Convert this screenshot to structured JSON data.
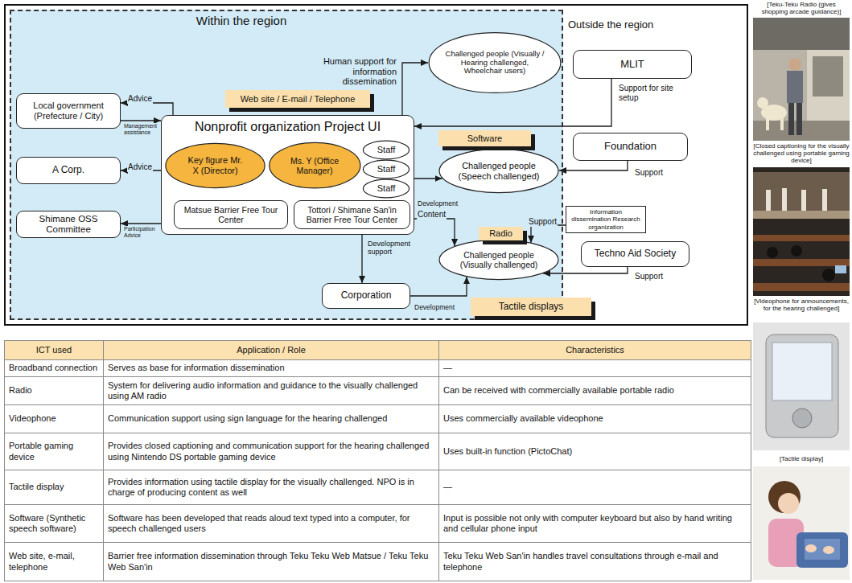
{
  "diagram": {
    "nodes": [
      {
        "text": [
          "Outside the region"
        ]
      },
      {
        "text": [
          "Within the region"
        ],
        "in": 0
      },
      {
        "text": [
          "Local government (Prefecture / City)"
        ],
        "in": 1
      },
      {
        "text": [
          "Nonprofit organization Project UI"
        ],
        "in": 1
      },
      {
        "text": [
          "Key figure Mr. X (Director)"
        ],
        "in": 3
      },
      {
        "text": [
          "Ms. Y (Office Manager)"
        ],
        "in": 3
      },
      {
        "text": [
          "Staff"
        ],
        "in": 3
      },
      {
        "text": [
          "Staff"
        ],
        "in": 3
      },
      {
        "text": [
          "Staff"
        ],
        "in": 3
      },
      {
        "text": [
          "Matsue Barrier Free Tour Center"
        ],
        "in": 3
      },
      {
        "text": [
          "Tottori / Shimane San'in Barrier Free Tour Center"
        ],
        "in": 3
      },
      {
        "text": [
          "A Corp."
        ],
        "in": 1
      },
      {
        "text": [
          "Shimane OSS Committee"
        ],
        "in": 1
      },
      {
        "text": [
          "Corporation"
        ],
        "in": 1
      },
      {
        "text": [
          "Challenged people (Visually / Hearing challenged, Wheelchair users)"
        ],
        "in": 1
      },
      {
        "text": [
          "Web site / E-mail / Telephone"
        ],
        "in": 1
      },
      {
        "text": [
          "Challenged people (Speech challenged)"
        ],
        "in": 1
      },
      {
        "text": [
          "Software"
        ],
        "in": 1
      },
      {
        "text": [
          "Challenged people (Visually challenged)"
        ],
        "in": 1
      },
      {
        "text": [
          "Radio"
        ],
        "in": 1
      },
      {
        "text": [
          "Tactile displays"
        ],
        "in": 0
      },
      {
        "text": [
          "MLIT"
        ],
        "in": 0
      },
      {
        "text": [
          "Foundation"
        ],
        "in": 0
      },
      {
        "text": [
          "Information dissemination Research organization"
        ],
        "in": 0
      },
      {
        "text": [
          "Techno Aid Society"
        ],
        "in": 0
      }
    ],
    "edges": [
      {
        "from": 3,
        "to": 2,
        "arrow": "to",
        "label": "Advice"
      },
      {
        "from": 2,
        "to": 3,
        "arrow": "to",
        "label": "Management assistance"
      },
      {
        "from": 3,
        "to": 11,
        "arrow": "to",
        "label": "Advice"
      },
      {
        "from": 3,
        "to": 12,
        "arrow": "to",
        "label": "Participation Advice"
      },
      {
        "from": 3,
        "to": 14,
        "arrow": "to",
        "label": "Human support for information dissemination"
      },
      {
        "from": 21,
        "to": 3,
        "arrow": "to",
        "label": "Support for site setup"
      },
      {
        "from": 3,
        "to": 16,
        "arrow": "to",
        "label": "Development"
      },
      {
        "from": 3,
        "to": 18,
        "arrow": "to",
        "label": "Content"
      },
      {
        "from": 3,
        "to": 13,
        "arrow": "to",
        "label": "Development support"
      },
      {
        "from": 13,
        "to": 18,
        "arrow": "to",
        "label": "Development"
      },
      {
        "from": 22,
        "to": 16,
        "arrow": "to",
        "label": "Support"
      },
      {
        "from": 23,
        "to": 18,
        "arrow": "to",
        "label": "Support"
      },
      {
        "from": 24,
        "to": 18,
        "arrow": "to",
        "label": "Support"
      }
    ],
    "labels": [
      "[Teku-Teku Radio (gives shopping arcade guidance)]",
      "[Closed captioning for the visually challenged using portable gaming device]",
      "[Videophone for announcements, for the hearing challenged]",
      "[Tactile display]",
      "ICT used",
      "Application / Role",
      "Characteristics",
      "Broadband connection",
      "Serves as base for information dissemination",
      "—",
      "Radio",
      "System for delivering audio information and guidance to the visually challenged using AM radio",
      "Can be received with commercially available portable radio",
      "Videophone",
      "Communication support using sign language for the hearing challenged",
      "Uses commercially available videophone",
      "Portable gaming device",
      "Provides closed captioning and communication support for the hearing challenged using Nintendo DS portable gaming device",
      "Uses built-in function (PictoChat)",
      "Tactile display",
      "Provides information using tactile display for the visually challenged. NPO is in charge of producing content as well",
      "—",
      "Software (Synthetic speech software)",
      "Software has been developed that reads aloud text typed into a computer, for speech challenged users",
      "Input is possible not only with computer keyboard but also by hand writing and cellular phone input",
      "Web site, e-mail, telephone",
      "Barrier free information dissemination through Teku Teku Web Matsue / Teku Teku Web San'in",
      "Teku Teku Web San'in handles travel consultations through e-mail and telephone"
    ]
  }
}
